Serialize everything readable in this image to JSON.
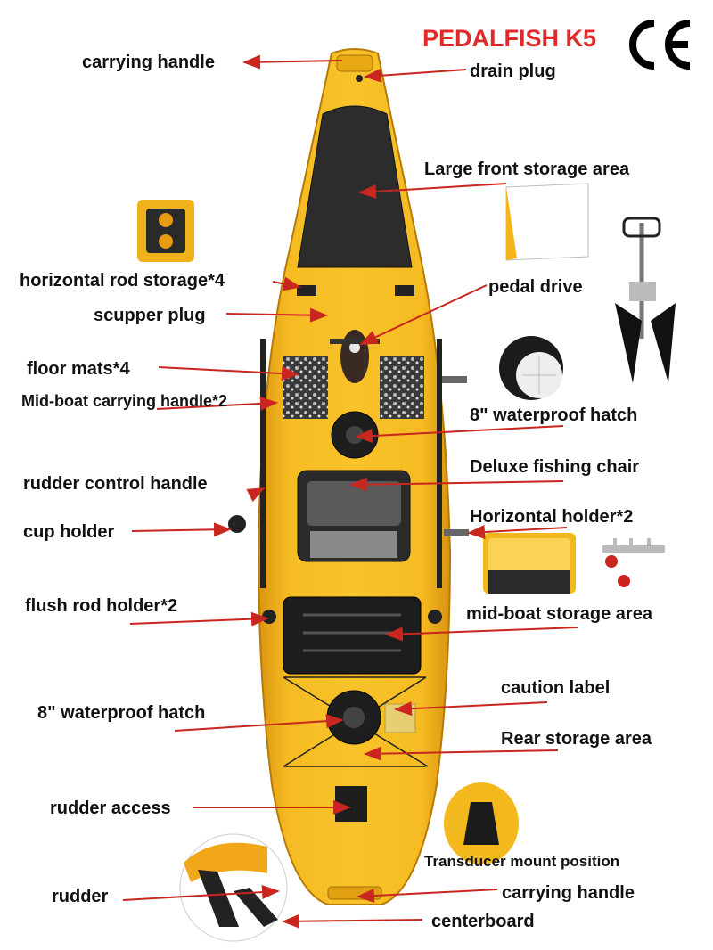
{
  "title": "PEDALFISH K5",
  "ce_mark": "CE",
  "colors": {
    "hull": "#f2b11a",
    "hull_dark": "#c9870a",
    "arrow": "#c8261e",
    "title": "#e02a2a",
    "mat": "#2c2c2c"
  },
  "labels": {
    "carrying_handle_top": "carrying handle",
    "drain_plug": "drain plug",
    "large_front_storage": "Large front storage area",
    "horizontal_rod_storage": "horizontal rod storage*4",
    "pedal_drive": "pedal drive",
    "scupper_plug": "scupper plug",
    "floor_mats": "floor mats*4",
    "mid_boat_carrying_handle": "Mid-boat carrying handle*2",
    "waterproof_hatch_front": "8\" waterproof hatch",
    "deluxe_fishing_chair": "Deluxe fishing chair",
    "rudder_control_handle": "rudder control handle",
    "cup_holder": "cup holder",
    "horizontal_holder": "Horizontal holder*2",
    "flush_rod_holder": "flush rod holder*2",
    "mid_boat_storage": "mid-boat storage area",
    "caution_label": "caution label",
    "waterproof_hatch_rear": "8\" waterproof hatch",
    "rear_storage": "Rear storage area",
    "rudder_access": "rudder access",
    "transducer_mount": "Transducer mount position",
    "rudder": "rudder",
    "carrying_handle_bottom": "carrying handle",
    "centerboard": "centerboard"
  }
}
